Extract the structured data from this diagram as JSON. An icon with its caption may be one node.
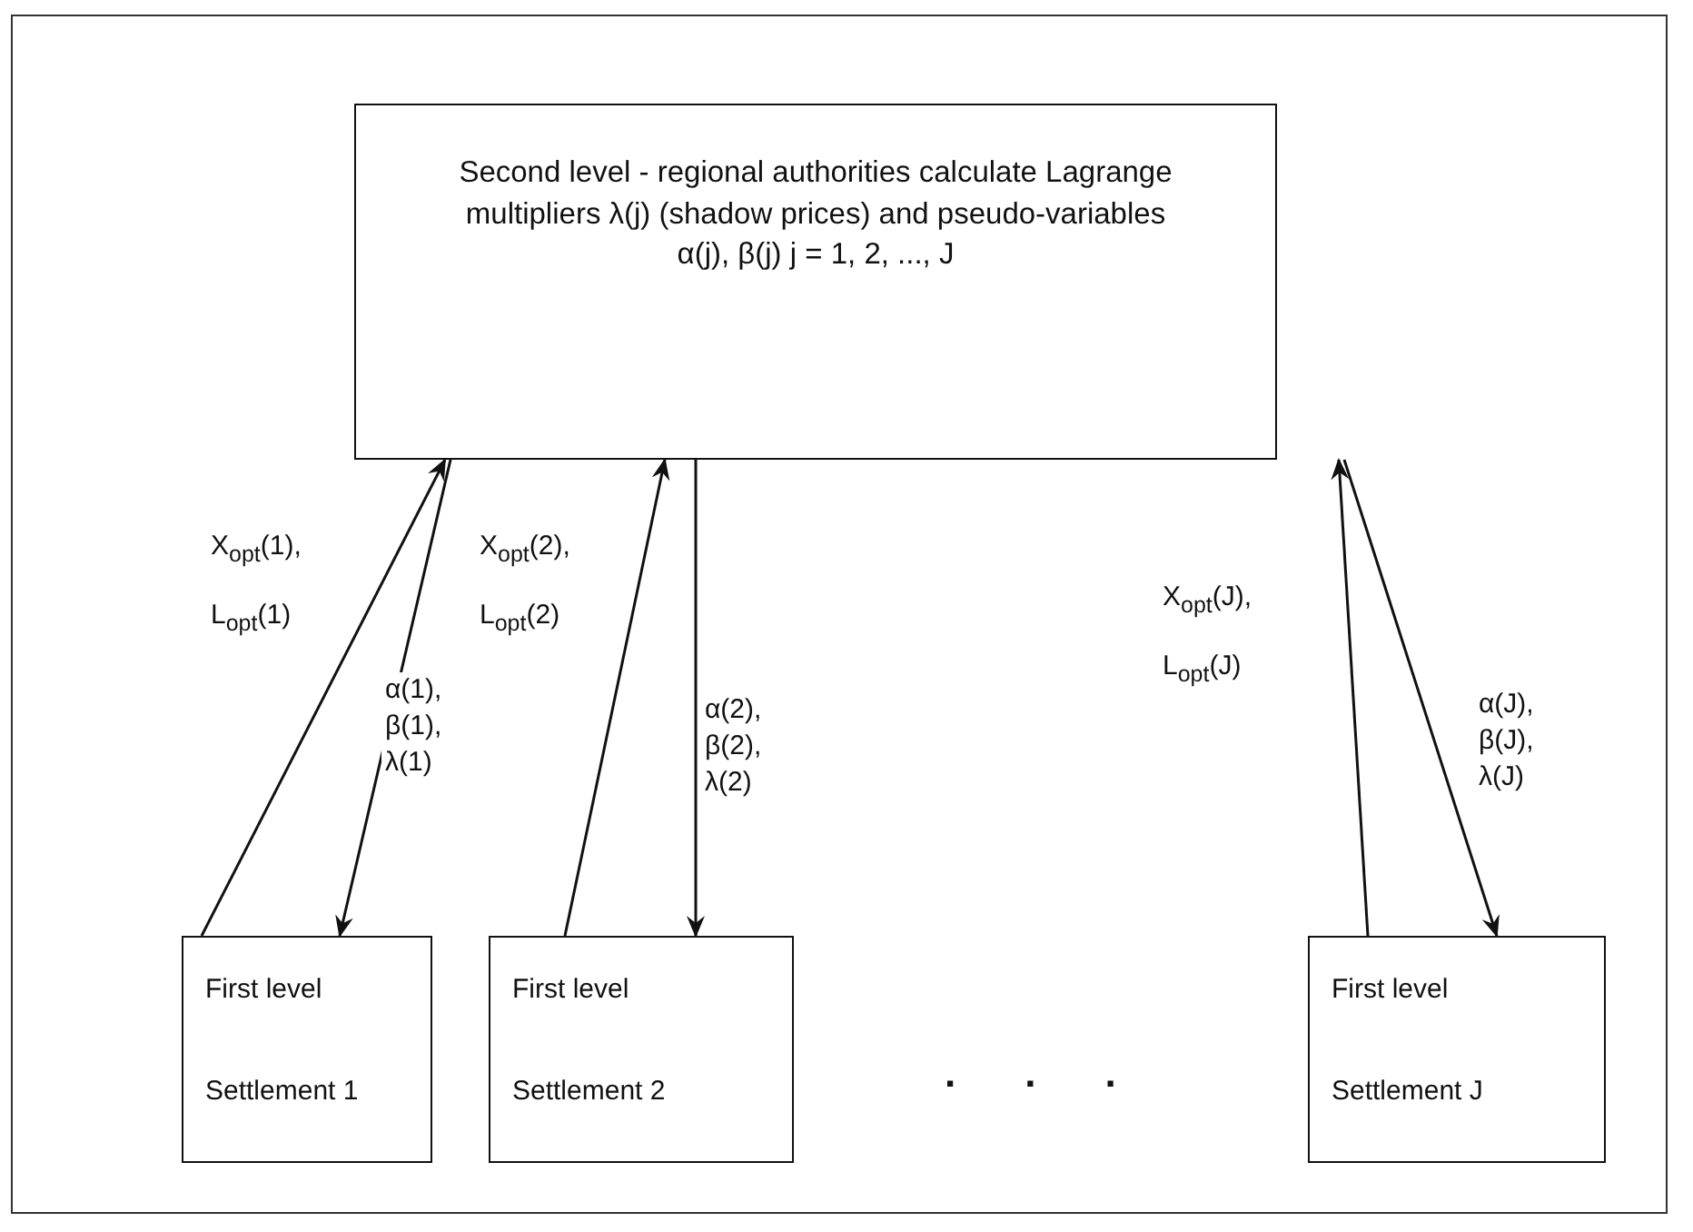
{
  "diagram": {
    "nodes": [
      {
        "text": [
          "Second level -  regional authorities calculate Lagrange multipliers λ(j) (shadow prices) and pseudo-variables α(j), β(j) j = 1, 2, ..., J"
        ]
      },
      {
        "text": [
          "First level",
          "Settlement 1"
        ]
      },
      {
        "text": [
          "First level",
          "Settlement 2"
        ]
      },
      {
        "text": [
          "First level",
          "Settlement J"
        ]
      }
    ],
    "edges": [
      {
        "from": 1,
        "to": 0,
        "arrow": "to",
        "label": "X$_{opt}$(1), L$_{opt}$(1)"
      },
      {
        "from": 0,
        "to": 1,
        "arrow": "to",
        "label": "α(1), β(1), λ(1)"
      },
      {
        "from": 2,
        "to": 0,
        "arrow": "to",
        "label": "X$_{opt}$(2), L$_{opt}$(2)"
      },
      {
        "from": 0,
        "to": 2,
        "arrow": "to",
        "label": "α(2), β(2), λ(2)"
      },
      {
        "from": 3,
        "to": 0,
        "arrow": "to",
        "label": "X$_{opt}$(J), L$_{opt}$(J)"
      },
      {
        "from": 0,
        "to": 3,
        "arrow": "to",
        "label": "α(J), β(J), λ(J)"
      }
    ],
    "labels": [
      "..."
    ]
  }
}
